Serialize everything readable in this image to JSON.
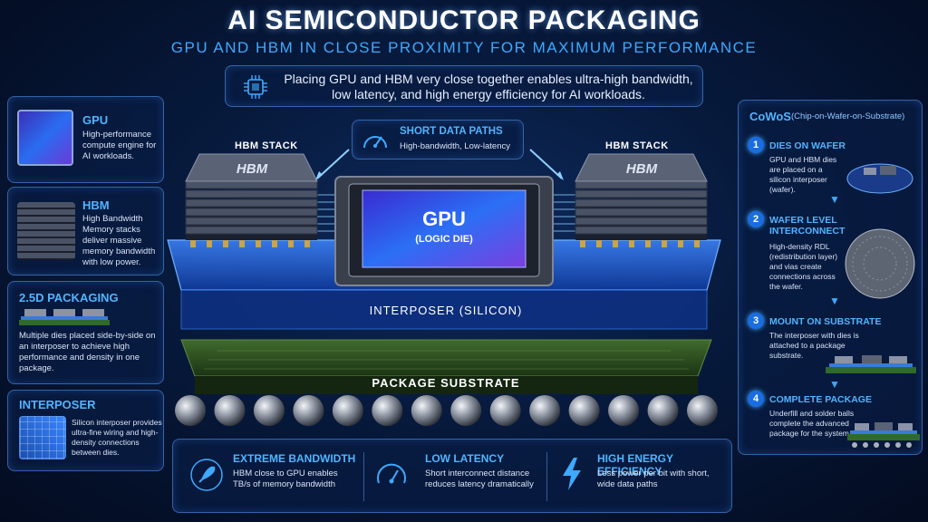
{
  "header": {
    "title": "AI SEMICONDUCTOR PACKAGING",
    "subtitle": "GPU AND HBM IN CLOSE PROXIMITY FOR MAXIMUM PERFORMANCE"
  },
  "intro": {
    "icon": "chip-icon",
    "text": "Placing GPU and HBM very close together enables ultra-high bandwidth, low latency, and high energy efficiency for AI workloads."
  },
  "left_panel": {
    "gpu": {
      "title": "GPU",
      "text": "High-performance compute engine for AI workloads."
    },
    "hbm": {
      "title": "HBM",
      "text": "High Bandwidth Memory stacks deliver massive memory bandwidth with low power."
    },
    "packaging": {
      "title": "2.5D PACKAGING",
      "text": "Multiple dies placed side-by-side on an interposer to achieve high performance and density in one package."
    },
    "interposer": {
      "title": "INTERPOSER",
      "text": "Silicon interposer provides ultra-fine wiring and high-density connections between dies."
    }
  },
  "diagram": {
    "hbm_stack_left": "HBM STACK",
    "hbm_stack_right": "HBM STACK",
    "hbm_chip_left": "HBM",
    "hbm_chip_right": "HBM",
    "gpu_label": "GPU",
    "gpu_sub": "(LOGIC DIE)",
    "interposer_label": "INTERPOSER (SILICON)",
    "substrate_label": "PACKAGE SUBSTRATE",
    "short_paths": {
      "title": "SHORT DATA PATHS",
      "text": "High-bandwidth, Low-latency",
      "icon": "speedometer-icon"
    },
    "solder_ball_count": 14
  },
  "right_panel": {
    "title": "CoWoS",
    "title_sub": "(Chip-on-Wafer-on-Substrate)",
    "steps": [
      {
        "num": "1",
        "title": "DIES ON WAFER",
        "text": "GPU and HBM dies are placed on a silicon interposer (wafer)."
      },
      {
        "num": "2",
        "title": "WAFER LEVEL INTERCONNECT",
        "text": "High-density RDL (redistribution layer) and vias create connections across the wafer."
      },
      {
        "num": "3",
        "title": "MOUNT ON SUBSTRATE",
        "text": "The interposer with dies is attached to a package substrate."
      },
      {
        "num": "4",
        "title": "COMPLETE PACKAGE",
        "text": "Underfill and solder balls complete the advanced package for the system."
      }
    ]
  },
  "features": [
    {
      "icon": "rocket-icon",
      "title": "EXTREME BANDWIDTH",
      "text": "HBM close to GPU enables TB/s of memory bandwidth"
    },
    {
      "icon": "gauge-icon",
      "title": "LOW LATENCY",
      "text": "Short interconnect distance reduces latency dramatically"
    },
    {
      "icon": "lightning-icon",
      "title": "HIGH ENERGY EFFICIENCY",
      "text": "Less power per bit with short, wide data paths"
    }
  ],
  "colors": {
    "accent": "#3fa9ff",
    "background": "#071a3d",
    "substrate": "#2a4a1e",
    "interposer": "#1d5fd6"
  }
}
